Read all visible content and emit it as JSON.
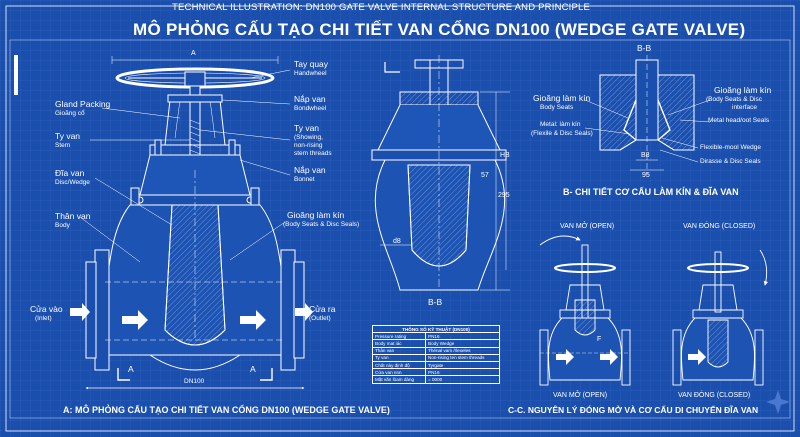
{
  "header": {
    "supertitle": "TECHNICAL ILLUSTRATION: DN100 GATE VALVE INTERNAL STRUCTURE AND PRINCIPLE",
    "title": "MÔ PHỎNG CẤU TẠO CHI TIẾT VAN CỔNG DN100 (WEDGE GATE VALVE)"
  },
  "panel_a": {
    "caption": "A: MÔ PHỎNG CẤU TẠO CHI TIẾT VAN CỔNG DN100 (WEDGE GATE VALVE)",
    "dim_top": "A",
    "dim_bottom": "DN100",
    "section_mark": "A",
    "labels": {
      "handwheel": {
        "vi": "Tay quay",
        "en": "Handwheel"
      },
      "bonnet_nut": {
        "vi": "Nắp van",
        "en": "Bondwheel"
      },
      "stem_right": {
        "vi": "Ty van",
        "en": "(Showing,",
        "en2": "non-rising",
        "en3": "stem threads"
      },
      "bonnet": {
        "vi": "Nắp van",
        "en": "Bonnet"
      },
      "seal_right": {
        "vi": "Gioăng làm kín",
        "en": "(Body Seats & Disc Seals)"
      },
      "gland": {
        "vi": "Gland Packing",
        "en": "Gioăng cổ"
      },
      "stem_left": {
        "vi": "Ty van",
        "en": "Stem"
      },
      "disc": {
        "vi": "Đĩa van",
        "en": "Disc/Wedge"
      },
      "body": {
        "vi": "Thân van",
        "en": "Body"
      },
      "inlet": {
        "vi": "Cửa vào",
        "en": "(Inlet)"
      },
      "outlet": {
        "vi": "Cửa ra",
        "en": "(Outlet)"
      }
    }
  },
  "panel_bb": {
    "caption": "B-B",
    "dims": {
      "h1": "HB",
      "h2": "57",
      "h3": "295",
      "d": "d8"
    }
  },
  "panel_b": {
    "title": "B-B",
    "caption": "B- CHI TIẾT CƠ CẤU LÀM KÍN & ĐĨA VAN",
    "dims": {
      "b1": "B8",
      "b2": "95"
    },
    "labels": {
      "seal_left": {
        "vi": "Gioăng làm kín",
        "en": "Body Seats"
      },
      "metal_left": {
        "vi": "Metal: làm kín",
        "en": "(Flexile & Disc Seals)"
      },
      "seal_right": {
        "vi": "Gioăng làm kín",
        "en": "(Body Seats & Disc",
        "en2": "interface"
      },
      "metal_right": "Metal head/oot Seals",
      "flex": "Flexible-mool Wedge",
      "dirasse": "Dirasse & Disc Seals"
    }
  },
  "panel_c": {
    "open_label": "VAN MỞ (OPEN)",
    "closed_label": "VAN ĐÓNG (CLOSED)",
    "open_bottom": "VAN MỞ (OPEN)",
    "closed_bottom": "VAN ĐÓNG (CLOSED)",
    "flow_mark": "F",
    "caption": "C-C. NGUYÊN LÝ ĐÓNG MỞ VÀ CƠ CẤU DI CHUYỂN ĐĨA VAN"
  },
  "spec_table": {
    "title": "THÔNG SỐ KỸ THUẬT (DN100)",
    "rows": [
      [
        "Pressure rating",
        "PN16"
      ],
      [
        "Body mat iác",
        "Body Wedge"
      ],
      [
        "Thân van",
        "Thénal vam /rlexeles"
      ],
      [
        "Ty van",
        "Non-rising ten stem threads"
      ],
      [
        "Chất này định độ",
        "Tyrgate"
      ],
      [
        "Cửa van nnn",
        "PN16"
      ],
      [
        "Mặt văn lòam dàng",
        "= 0000"
      ]
    ]
  }
}
